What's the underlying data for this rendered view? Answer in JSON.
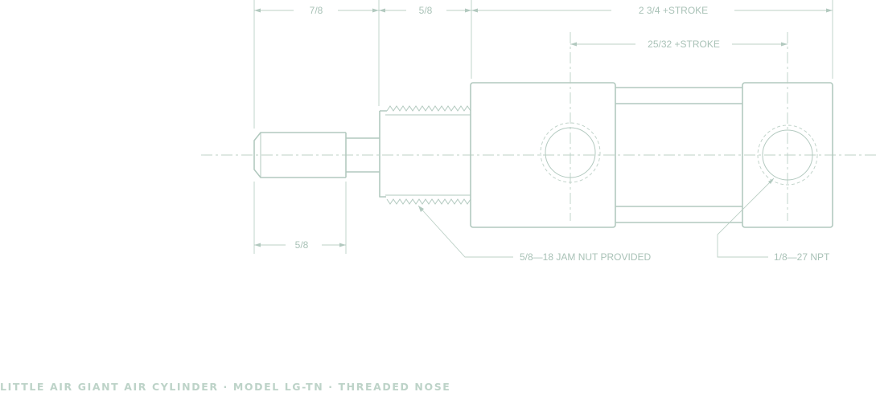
{
  "drawing": {
    "dimensions": {
      "nose_extension": "7/8",
      "thread_length": "5/8",
      "body_length": "2 3/4 +STROKE",
      "port_spacing": "25/32 +STROKE",
      "rod_end": "5/8"
    },
    "callouts": {
      "jam_nut": "5/8—18 JAM NUT PROVIDED",
      "port": "1/8—27 NPT"
    }
  },
  "caption": "LITTLE AIR GIANT AIR CYLINDER · MODEL LG-TN · THREADED NOSE",
  "colors": {
    "line": "#b2c9bf",
    "label": "#a9c2b7",
    "caption": "#bdd3c8"
  }
}
